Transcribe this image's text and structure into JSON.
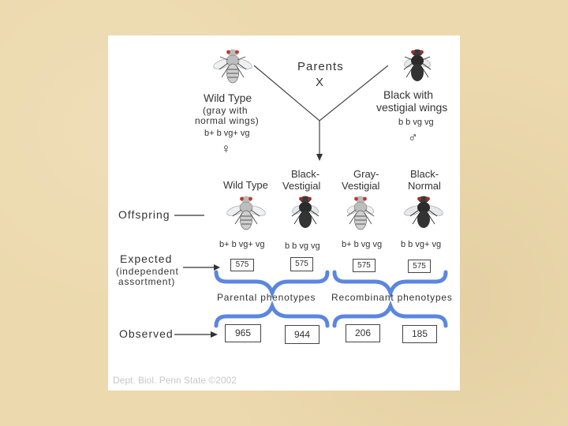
{
  "parents": {
    "label": "Parents",
    "cross_symbol": "X",
    "female": {
      "name": "Wild Type",
      "desc_line1": "(gray with",
      "desc_line2": "normal wings)",
      "genotype": "b+ b vg+ vg",
      "sex_symbol": "♀"
    },
    "male": {
      "name_line1": "Black with",
      "name_line2": "vestigial wings",
      "genotype": "b b vg vg",
      "sex_symbol": "♂"
    }
  },
  "offspring": {
    "label": "Offspring",
    "phenotypes": [
      {
        "line1": "Wild Type",
        "line2": "",
        "genotype": "b+ b vg+ vg",
        "expected": "575",
        "observed": "965"
      },
      {
        "line1": "Black-",
        "line2": "Vestigial",
        "genotype": "b b vg vg",
        "expected": "575",
        "observed": "944"
      },
      {
        "line1": "Gray-",
        "line2": "Vestigial",
        "genotype": "b+ b vg vg",
        "expected": "575",
        "observed": "206"
      },
      {
        "line1": "Black-",
        "line2": "Normal",
        "genotype": "b b vg+ vg",
        "expected": "575",
        "observed": "185"
      }
    ]
  },
  "expected": {
    "label": "Expected",
    "sub_line1": "(independent",
    "sub_line2": "assortment)"
  },
  "groups": {
    "parental": "Parental phenotypes",
    "recombinant": "Recombinant phenotypes"
  },
  "observed": {
    "label": "Observed"
  },
  "credit": "Dept. Biol. Penn State ©2002",
  "colors": {
    "background": "#ecd9ad",
    "panel": "#ffffff",
    "brace": "#5b86e0",
    "text": "#333333"
  }
}
